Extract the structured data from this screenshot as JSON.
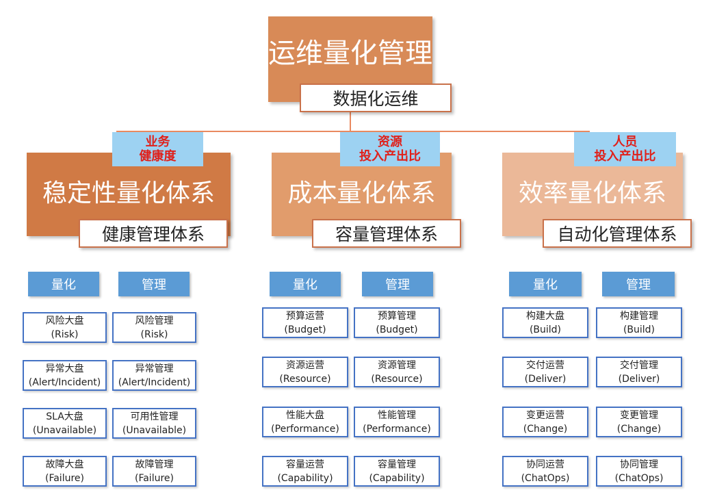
{
  "root": {
    "title": "运维量化管理",
    "subtitle": "数据化运维"
  },
  "pillars": [
    {
      "tag": [
        "业务",
        "健康度"
      ],
      "title": "稳定性量化体系",
      "subtitle": "健康管理体系",
      "color": "#d07a45",
      "headers": [
        "量化",
        "管理"
      ],
      "items": [
        [
          [
            "风险大盘",
            "(Risk)"
          ],
          [
            "风险管理",
            "(Risk)"
          ]
        ],
        [
          [
            "异常大盘",
            "(Alert/Incident)"
          ],
          [
            "异常管理",
            "(Alert/Incident)"
          ]
        ],
        [
          [
            "SLA大盘",
            "(Unavailable)"
          ],
          [
            "可用性管理",
            "(Unavailable)"
          ]
        ],
        [
          [
            "故障大盘",
            "(Failure)"
          ],
          [
            "故障管理",
            "(Failure)"
          ]
        ]
      ]
    },
    {
      "tag": [
        "资源",
        "投入产出比"
      ],
      "title": "成本量化体系",
      "subtitle": "容量管理体系",
      "color": "#e19c6c",
      "headers": [
        "量化",
        "管理"
      ],
      "items": [
        [
          [
            "预算运营",
            "(Budget)"
          ],
          [
            "预算管理",
            "(Budget)"
          ]
        ],
        [
          [
            "资源运营",
            "(Resource)"
          ],
          [
            "资源管理",
            "(Resource)"
          ]
        ],
        [
          [
            "性能大盘",
            "(Performance)"
          ],
          [
            "性能管理",
            "(Performance)"
          ]
        ],
        [
          [
            "容量运营",
            "(Capability)"
          ],
          [
            "容量管理",
            "(Capability)"
          ]
        ]
      ]
    },
    {
      "tag": [
        "人员",
        "投入产出比"
      ],
      "title": "效率量化体系",
      "subtitle": "自动化管理体系",
      "color": "#ebb898",
      "headers": [
        "量化",
        "管理"
      ],
      "items": [
        [
          [
            "构建大盘",
            "(Build)"
          ],
          [
            "构建管理",
            "(Build)"
          ]
        ],
        [
          [
            "交付运营",
            "(Deliver)"
          ],
          [
            "交付管理",
            "(Deliver)"
          ]
        ],
        [
          [
            "变更运营",
            "(Change)"
          ],
          [
            "变更管理",
            "(Change)"
          ]
        ],
        [
          [
            "协同运营",
            "(ChatOps)"
          ],
          [
            "协同管理",
            "(ChatOps)"
          ]
        ]
      ]
    }
  ]
}
